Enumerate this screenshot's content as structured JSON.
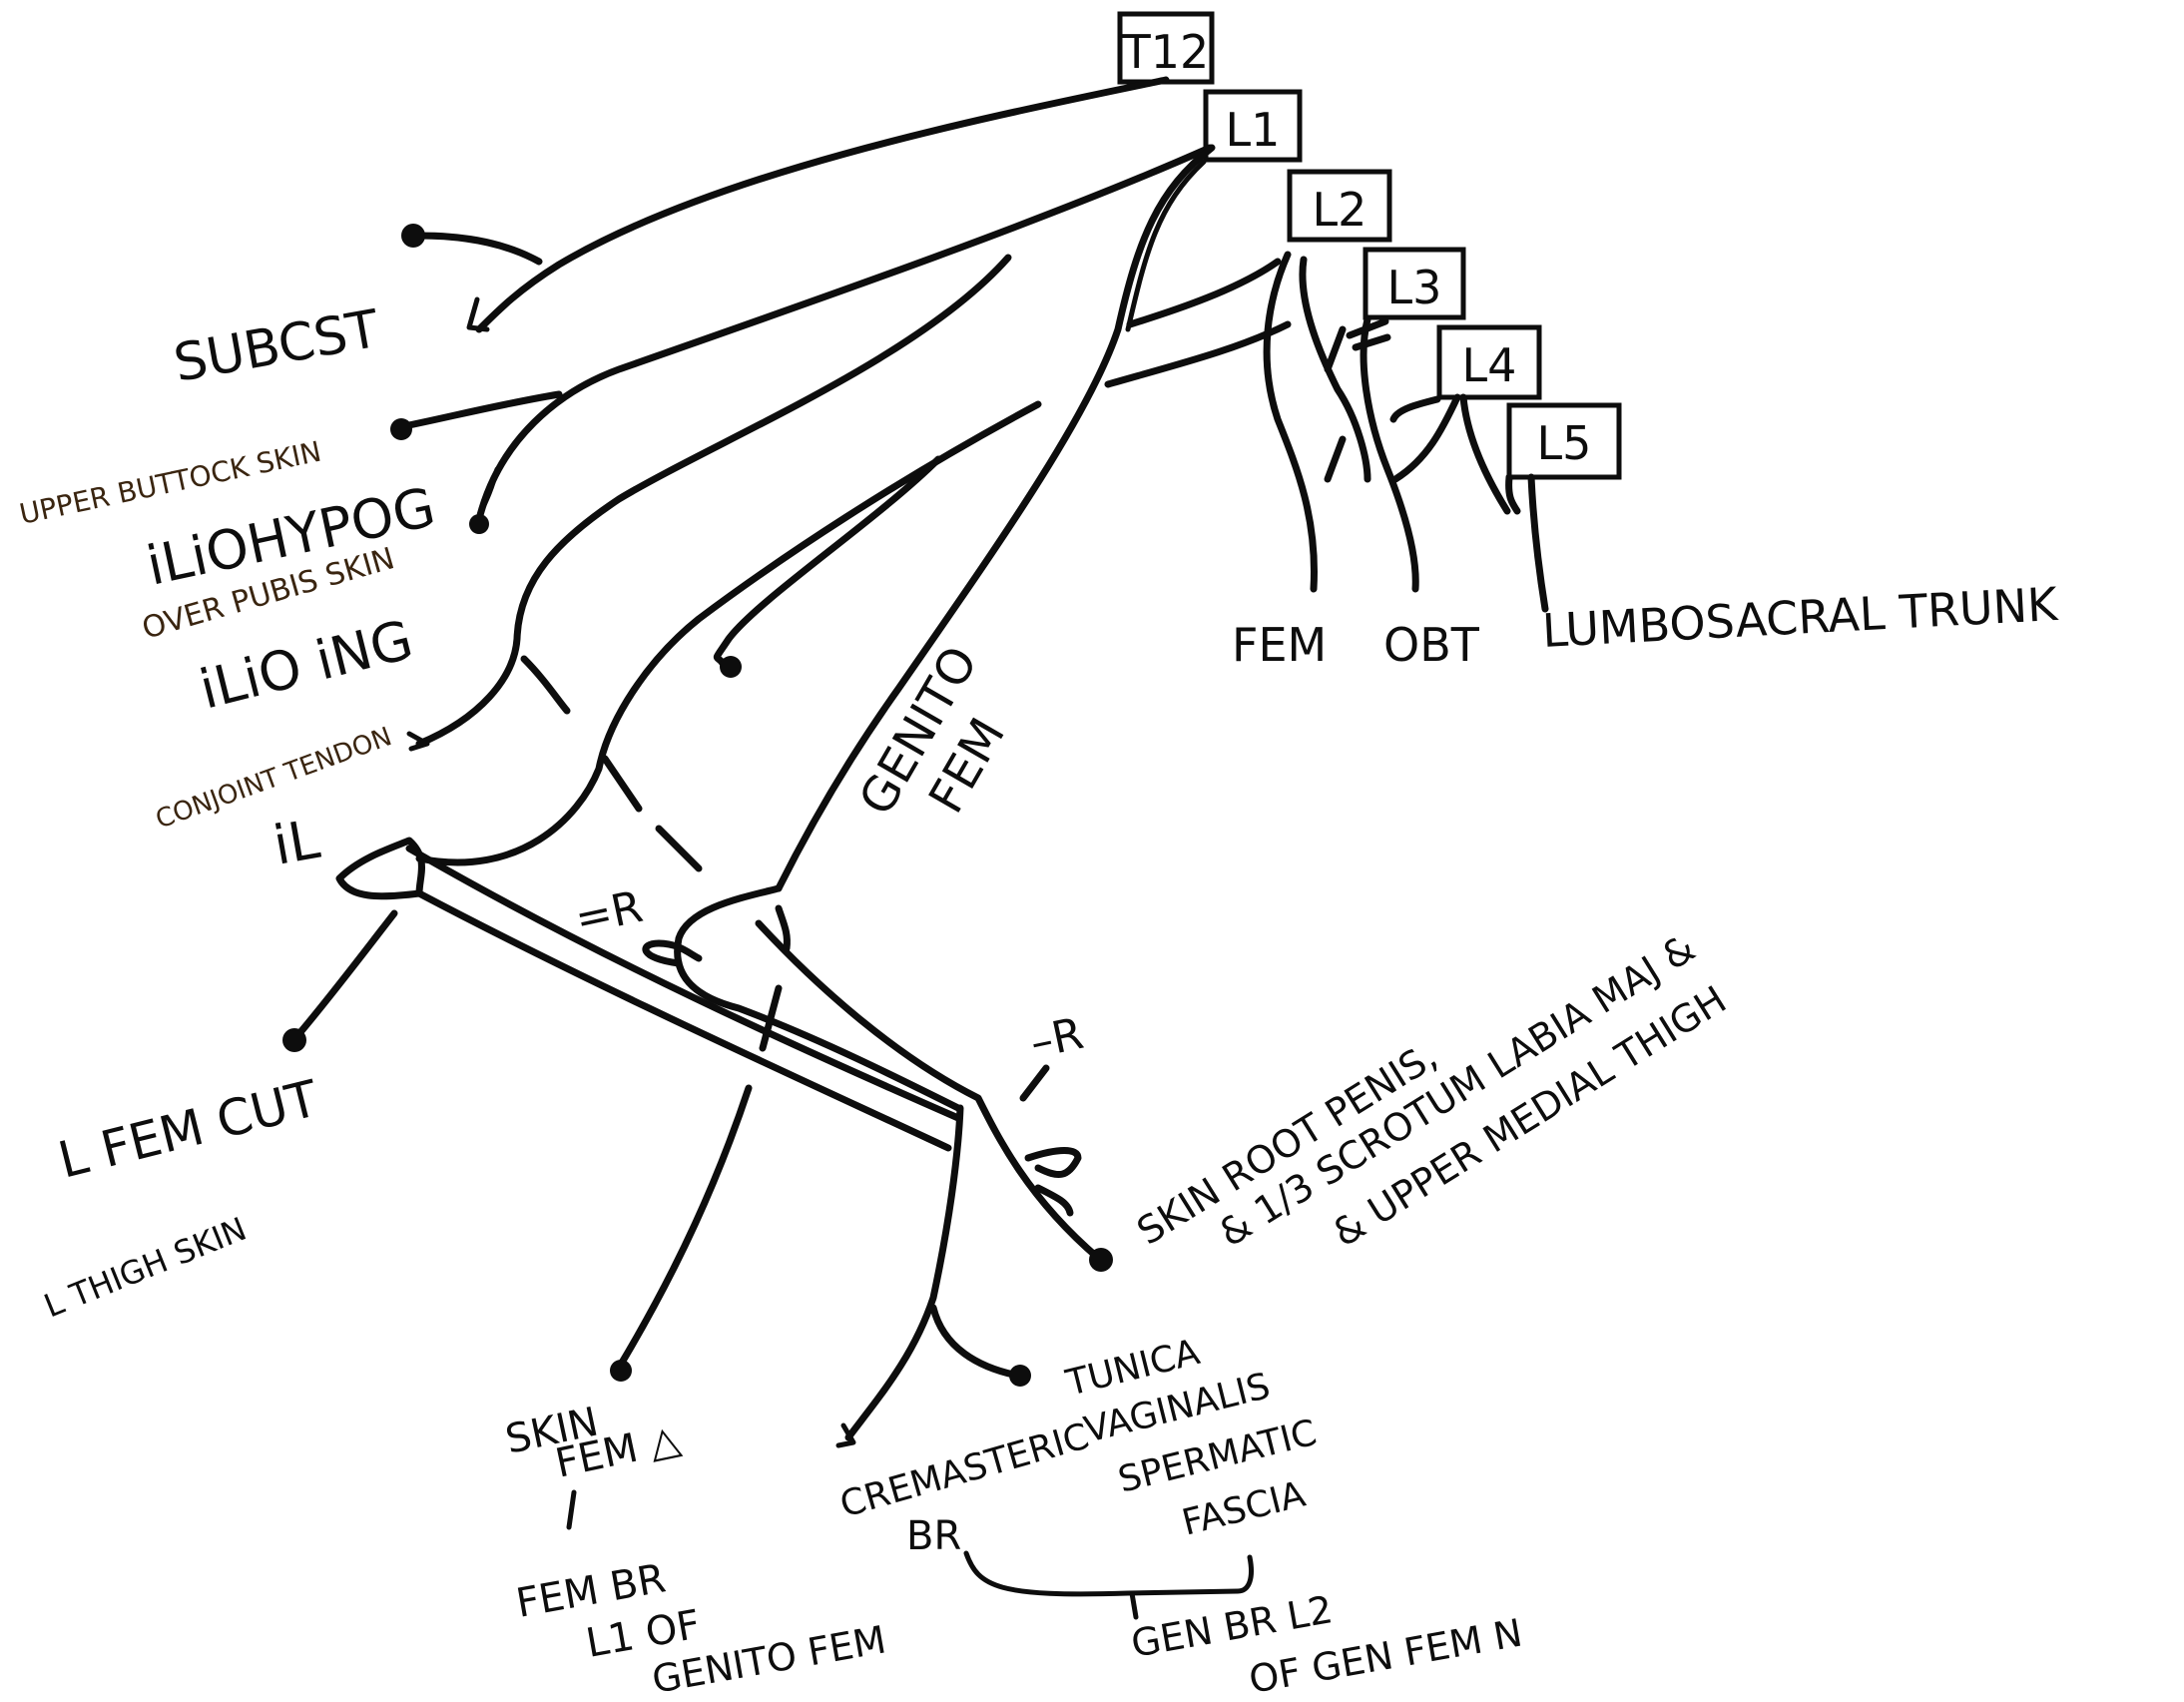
{
  "vertebrae": [
    "T12",
    "L1",
    "L2",
    "L3",
    "L4",
    "L5"
  ],
  "labels": {
    "subcostal": "SUBCST",
    "upper_buttock_skin": "UPPER BUTTOCK SKIN",
    "iliohypog": "iLiOHYPOG",
    "over_pubis_skin": "OVER PUBIS SKIN",
    "ilioing": "iLiO iNG",
    "conjoint_tendon": "CONJOINT TENDON",
    "il": "iL",
    "lat_fem_cut": "L FEM CUT",
    "lat_thigh_skin": "L THIGH SKIN",
    "genito_fem_1": "GENITO",
    "genito_fem_2": "FEM",
    "fem": "FEM",
    "obt": "OBT",
    "lumbosacral_trunk": "LUMBOSACRAL TRUNK",
    "ir_upper": "=R",
    "ir_lower": "–R",
    "skin_root_1": "SKIN ROOT PENIS,",
    "skin_root_2": "& 1/3 SCROTUM LABIA MAJ &",
    "skin_root_3": "& UPPER MEDIAL THIGH",
    "skin_fem_1": "SKIN",
    "skin_fem_2": "FEM △",
    "cremasteric_1": "CREMASTERIC",
    "cremasteric_2": "BR",
    "tunica_1": "TUNICA",
    "tunica_2": "VAGINALIS",
    "tunica_3": "SPERMATIC",
    "tunica_4": "FASCIA",
    "fem_br_1": "FEM BR",
    "fem_br_2": "L1 OF",
    "fem_br_3": "GENITO FEM",
    "gen_br_1": "GEN BR  L2",
    "gen_br_2": "OF GEN FEM N"
  }
}
